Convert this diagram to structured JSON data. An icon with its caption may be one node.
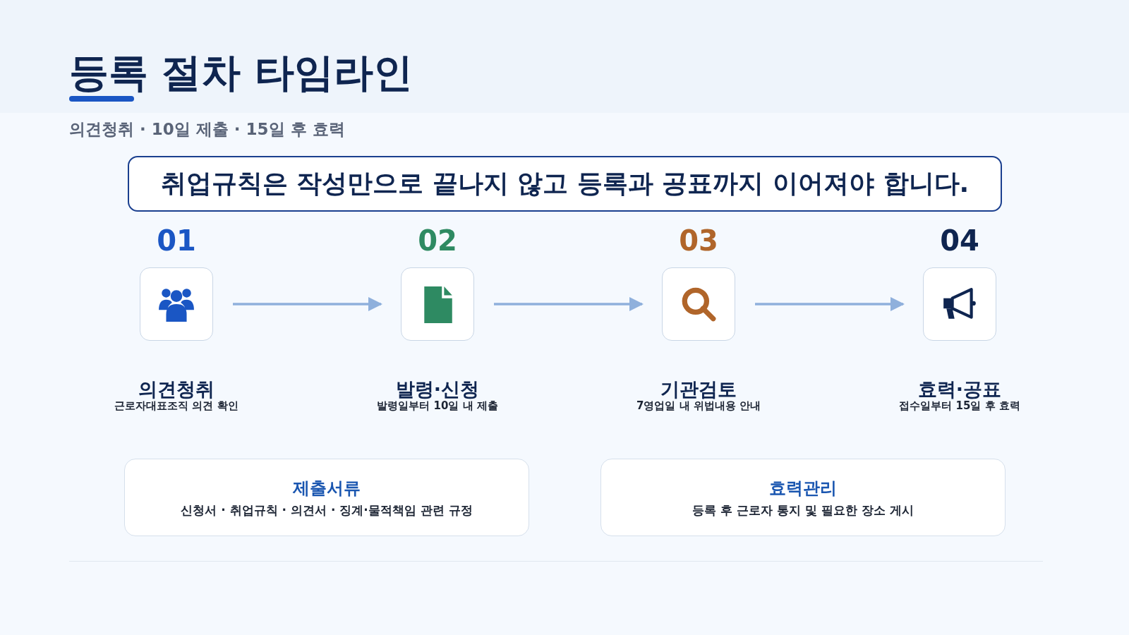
{
  "diagram": {
    "title": "등록 절차 타임라인",
    "nodes": [
      {
        "text": [
          "취업규칙은 작성만으로 끝나지 않고 등록과 공표까지 이어져야 합니다."
        ]
      },
      {
        "text": [],
        "shape": "box",
        "beside": [
          "01",
          "의견청취",
          "근로자대표조직 의견 확인"
        ]
      },
      {
        "text": [],
        "shape": "box",
        "beside": [
          "02",
          "발령·신청",
          "발령일부터 10일 내 제출"
        ]
      },
      {
        "text": [],
        "shape": "box",
        "beside": [
          "03",
          "기관검토",
          "7영업일 내 위법내용 안내"
        ]
      },
      {
        "text": [],
        "shape": "box",
        "beside": [
          "04",
          "효력·공표",
          "접수일부터 15일 후 효력"
        ]
      },
      {
        "text": [
          "제출서류",
          "신청서 · 취업규칙 · 의견서 · 징계·물적책임 관련 규정"
        ]
      },
      {
        "text": [
          "효력관리",
          "등록 후 근로자 통지 및 필요한 장소 게시"
        ]
      }
    ],
    "edges": [
      {
        "from": 1,
        "to": 2,
        "arrow": "to"
      },
      {
        "from": 2,
        "to": 3,
        "arrow": "to"
      },
      {
        "from": 3,
        "to": 4,
        "arrow": "to"
      }
    ],
    "labels": [
      "의견청취 · 10일 제출 · 15일 후 효력"
    ]
  }
}
